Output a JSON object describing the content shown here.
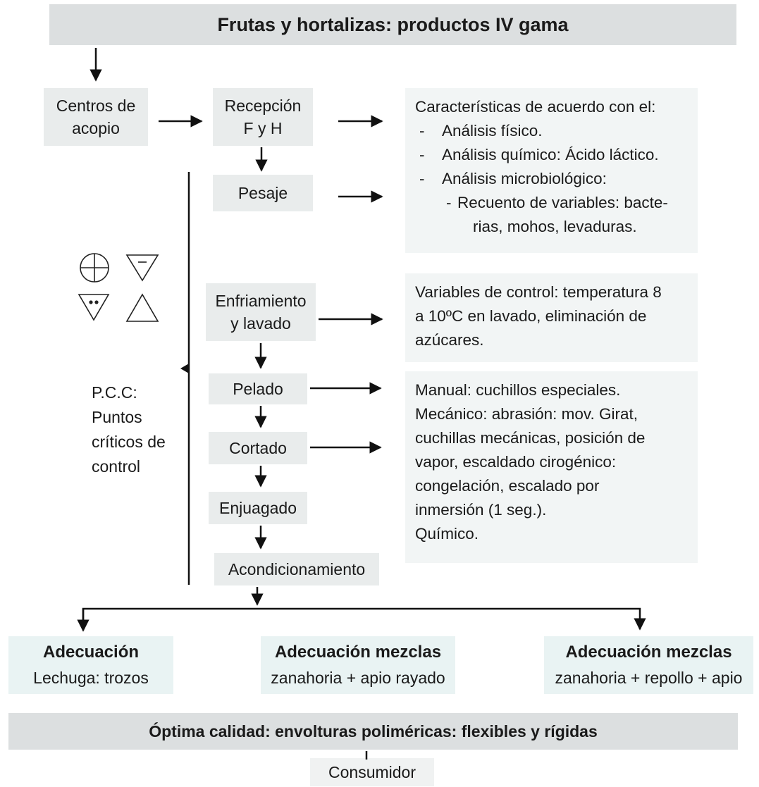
{
  "title": "Frutas y hortalizas: productos IV gama",
  "steps": {
    "centros": [
      "Centros de",
      "acopio"
    ],
    "recepcion": [
      "Recepción",
      "F y H"
    ],
    "pesaje": "Pesaje",
    "enfriamiento": [
      "Enfriamiento",
      "y lavado"
    ],
    "pelado": "Pelado",
    "cortado": "Cortado",
    "enjuagado": "Enjuagado",
    "acondicionamiento": "Acondicionamiento"
  },
  "notes": {
    "caracteristicas": {
      "heading": "Características de acuerdo con el:",
      "items": [
        "Análisis físico.",
        "Análisis químico: Ácido láctico.",
        "Análisis microbiológico:"
      ],
      "subitems": [
        "Recuento de variables: bacte-",
        "rias, mohos, levaduras."
      ]
    },
    "variables": [
      "Variables de control: temperatura 8",
      "a 10ºC en lavado, eliminación de",
      "azúcares."
    ],
    "metodos": [
      "Manual: cuchillos especiales.",
      "Mecánico: abrasión: mov. Girat,",
      "cuchillas mecánicas, posición de",
      "vapor, escaldado cirogénico:",
      "congelación, escalado por",
      "inmersión (1 seg.).",
      "Químico."
    ]
  },
  "pcc": [
    "P.C.C:",
    "Puntos",
    "críticos de",
    "control"
  ],
  "symbols": [
    "circle-cross-icon",
    "triangle-down-dash-icon",
    "triangle-down-dots-icon",
    "triangle-up-icon"
  ],
  "outcomes": [
    {
      "title": "Adecuación",
      "text": "Lechuga: trozos"
    },
    {
      "title": "Adecuación mezclas",
      "text": "zanahoria + apio rayado"
    },
    {
      "title": "Adecuación mezclas",
      "text": "zanahoria + repollo + apio"
    }
  ],
  "bottom": "Óptima calidad: envolturas poliméricas: flexibles y rígidas",
  "consumer": "Consumidor"
}
